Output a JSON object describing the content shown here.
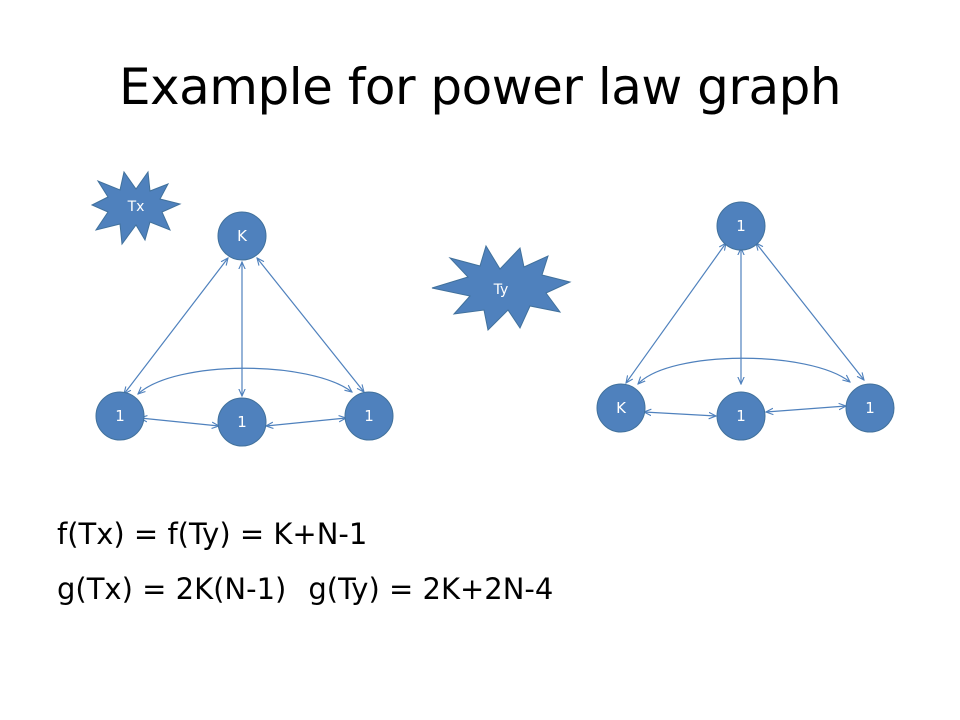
{
  "slide": {
    "title": "Example for power law graph"
  },
  "colors": {
    "node_fill": "#4f81bd",
    "node_stroke": "#41719c",
    "edge": "#4f81bd",
    "label": "#ffffff"
  },
  "left_graph": {
    "burst_label": "Tx",
    "top_node": "K",
    "bottom_left_node": "1",
    "bottom_middle_node": "1",
    "bottom_right_node": "1"
  },
  "middle_burst": {
    "label": "Ty"
  },
  "right_graph": {
    "top_node": "1",
    "bottom_left_node": "K",
    "bottom_middle_node": "1",
    "bottom_right_node": "1"
  },
  "formulas": {
    "line1": "f(Tx) = f(Ty) = K+N-1",
    "line2_a": "g(Tx) = 2K(N-1)",
    "line2_b": "g(Ty) = 2K+2N-4"
  }
}
